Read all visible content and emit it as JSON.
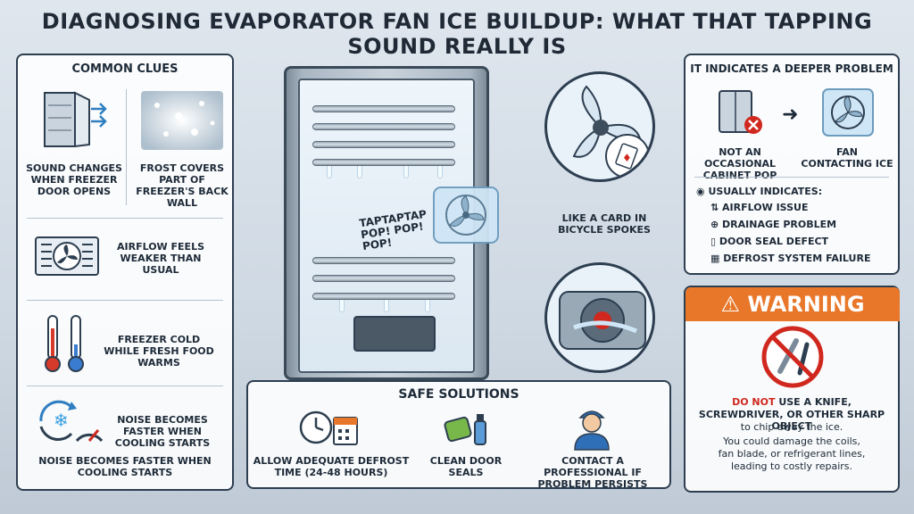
{
  "title": "Diagnosing Evaporator Fan Ice Buildup: What That Tapping Sound Really Is",
  "clues": {
    "heading": "Common Clues",
    "door_opens": "Sound changes when freezer door opens",
    "frost": "Frost covers part of freezer's back wall",
    "airflow": "Airflow feels weaker than usual",
    "cold": "Freezer cold while fresh food warms",
    "noise_icon": "Noise becomes faster when cooling starts",
    "noise_caption": "Noise becomes faster when cooling starts"
  },
  "sound": {
    "tap_line1": "TAPTAPTAP",
    "tap_line2": "POP! POP!",
    "tap_line3": "POP!",
    "card_line1": "Like a card in",
    "card_line2": "bicycle spokes"
  },
  "deeper": {
    "heading": "It indicates a deeper problem",
    "not_occasional": "Not an occasional cabinet pop",
    "fan_contact": "Fan contacting ice",
    "usually": "Usually indicates:",
    "items": [
      "Airflow issue",
      "Drainage problem",
      "Door seal defect",
      "Defrost system failure"
    ]
  },
  "solutions": {
    "heading": "Safe Solutions",
    "defrost": "Allow adequate defrost time (24-48 hours)",
    "seals": "Clean door seals",
    "pro": "Contact a professional if problem persists"
  },
  "warning": {
    "heading": "WARNING",
    "do_not": "Do not",
    "line1_rest": "use a knife,",
    "line2": "screwdriver, or other sharp object",
    "line3": "to chip away the ice.",
    "line4": "You could damage the coils,",
    "line5": "fan blade, or refrigerant lines,",
    "line6": "leading to costly repairs."
  },
  "colors": {
    "accent": "#2d3e50",
    "warning": "#e8772a",
    "danger": "#d0281f",
    "ice": "#bfe0f5"
  }
}
